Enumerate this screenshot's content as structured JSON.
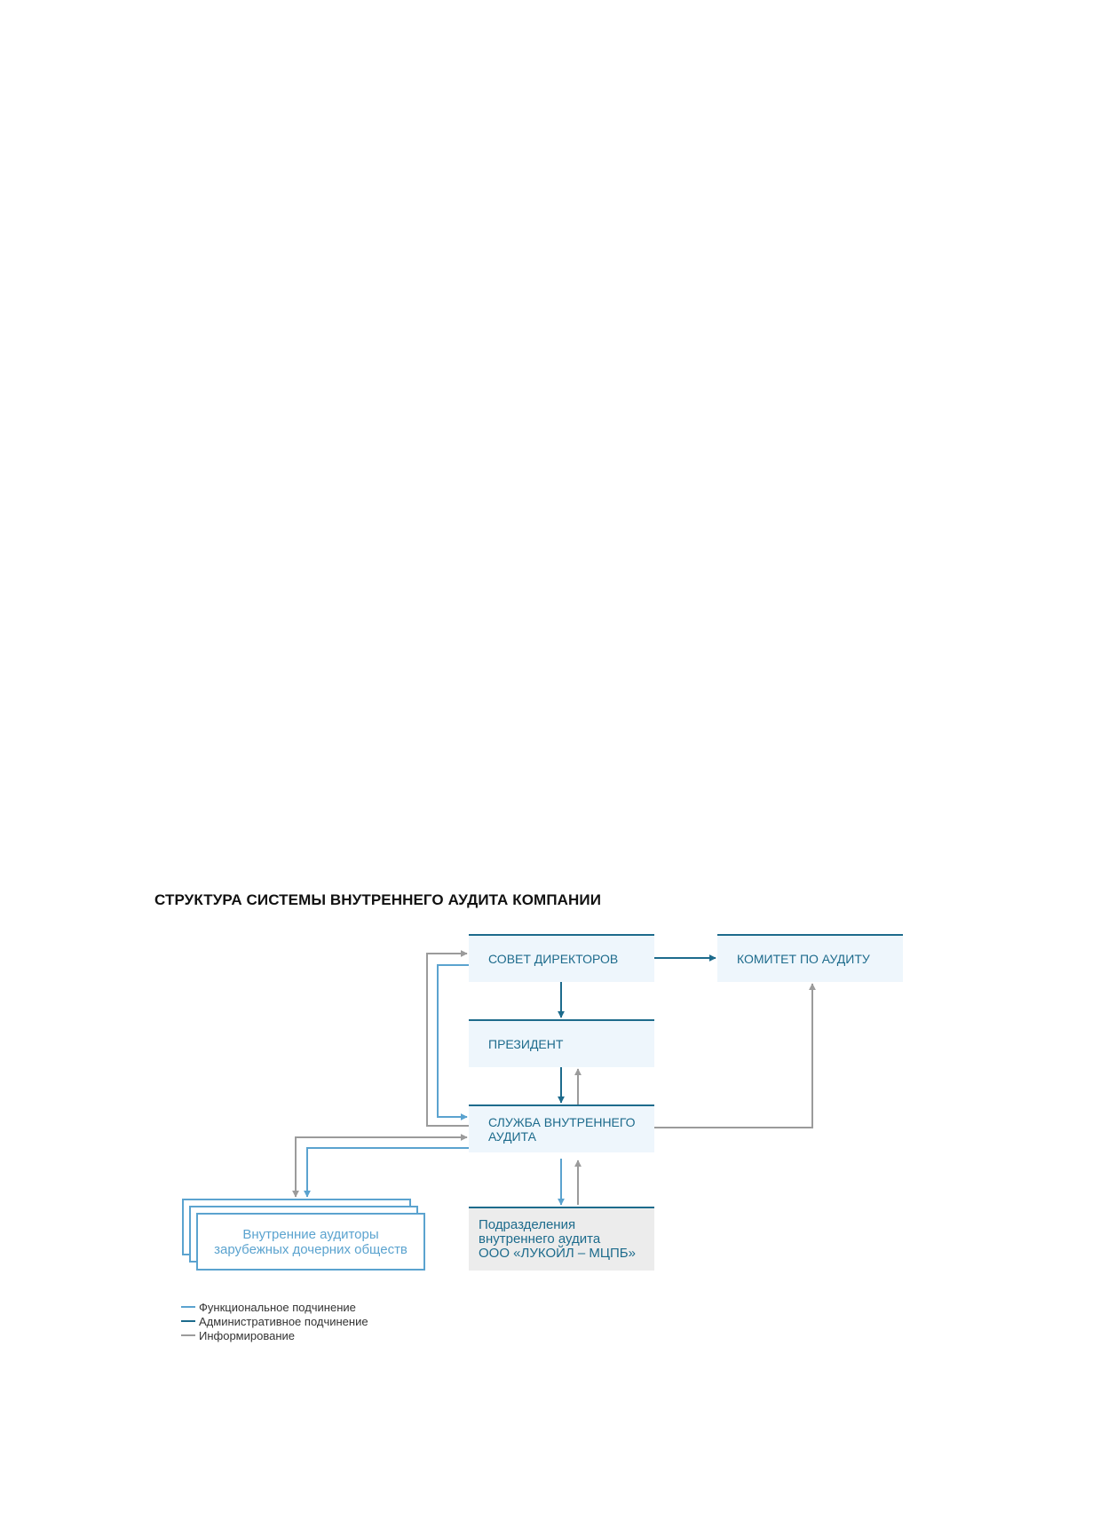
{
  "title": "СТРУКТУРА СИСТЕМЫ ВНУТРЕННЕГО АУДИТА КОМПАНИИ",
  "nodes": {
    "board": "СОВЕТ ДИРЕКТОРОВ",
    "committee": "КОМИТЕТ ПО АУДИТУ",
    "president": "ПРЕЗИДЕНТ",
    "service_line1": "СЛУЖБА ВНУТРЕННЕГО",
    "service_line2": "АУДИТА",
    "units_line1": "Подразделения",
    "units_line2": "внутреннего аудита",
    "units_line3": "ООО «ЛУКОЙЛ – МЦПБ»",
    "foreign_line1": "Внутренние аудиторы",
    "foreign_line2": "зарубежных дочерних обществ"
  },
  "legend": [
    {
      "label": "Функциональное подчинение",
      "color": "#5ba3cf"
    },
    {
      "label": "Административное подчинение",
      "color": "#1d6b8c"
    },
    {
      "label": "Информирование",
      "color": "#9b9b9b"
    }
  ],
  "colors": {
    "functional": "#5ba3cf",
    "administrative": "#1d6b8c",
    "informing": "#9b9b9b",
    "box_fill": "#eef6fc",
    "units_fill": "#ececec"
  }
}
